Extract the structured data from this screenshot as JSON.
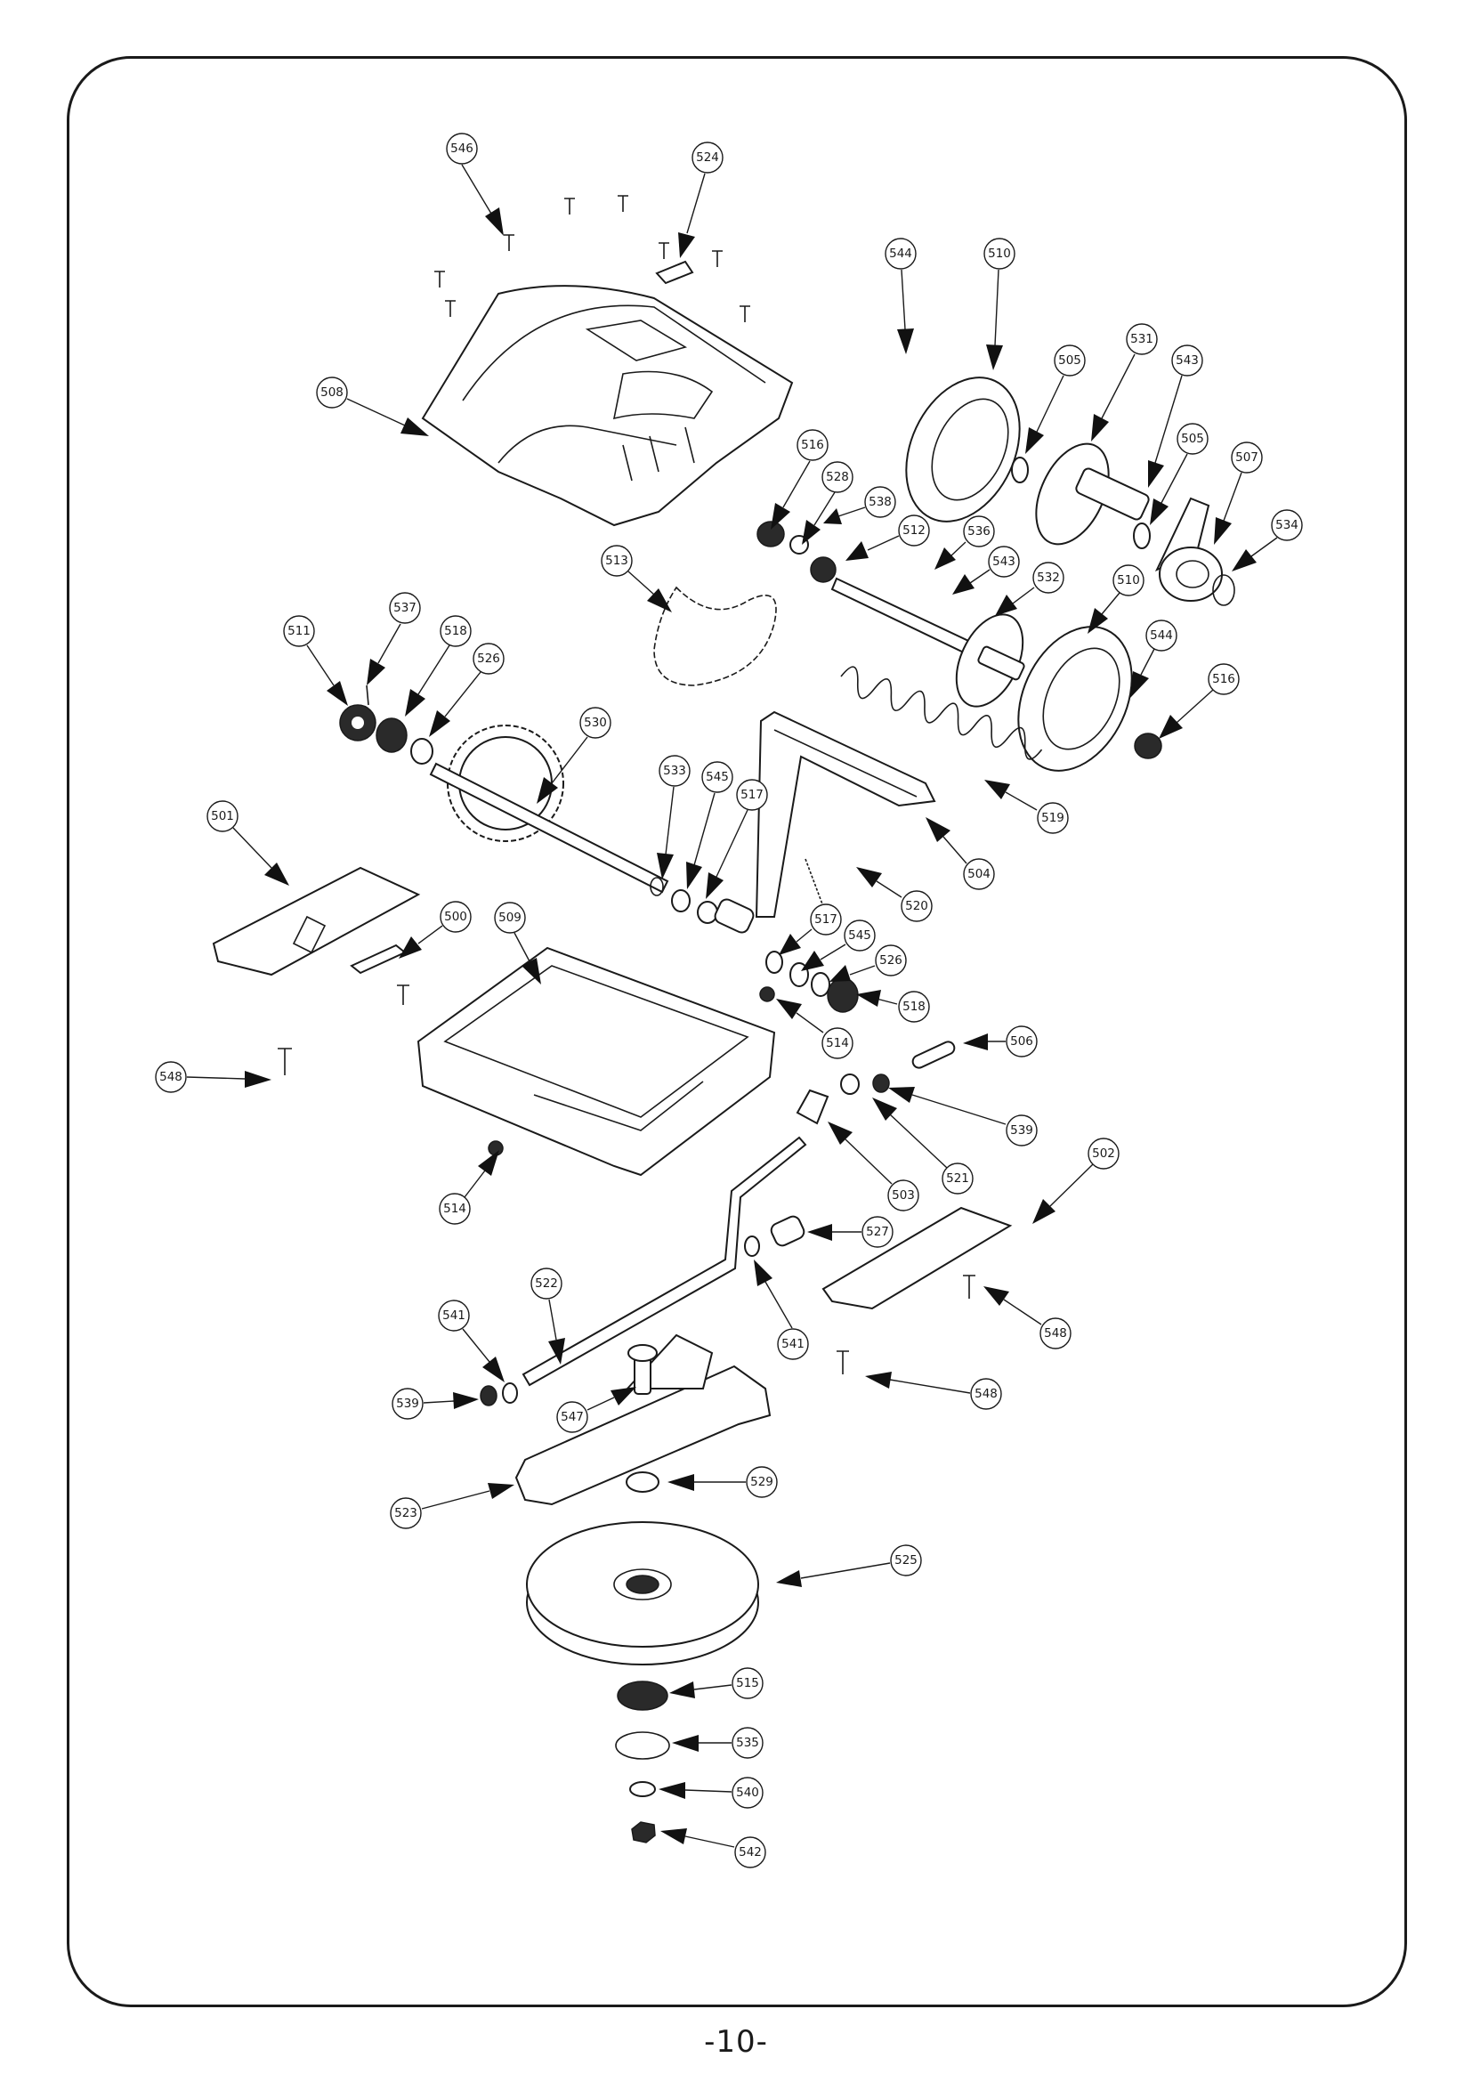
{
  "page": {
    "number_label": "-10-"
  },
  "callouts": [
    {
      "id": "546",
      "label": "546"
    },
    {
      "id": "524",
      "label": "524"
    },
    {
      "id": "544a",
      "label": "544"
    },
    {
      "id": "510a",
      "label": "510"
    },
    {
      "id": "531",
      "label": "531"
    },
    {
      "id": "505a",
      "label": "505"
    },
    {
      "id": "543a",
      "label": "543"
    },
    {
      "id": "505b",
      "label": "505"
    },
    {
      "id": "507",
      "label": "507"
    },
    {
      "id": "534",
      "label": "534"
    },
    {
      "id": "508",
      "label": "508"
    },
    {
      "id": "516a",
      "label": "516"
    },
    {
      "id": "528",
      "label": "528"
    },
    {
      "id": "538",
      "label": "538"
    },
    {
      "id": "512",
      "label": "512"
    },
    {
      "id": "536",
      "label": "536"
    },
    {
      "id": "543b",
      "label": "543"
    },
    {
      "id": "532",
      "label": "532"
    },
    {
      "id": "510b",
      "label": "510"
    },
    {
      "id": "513",
      "label": "513"
    },
    {
      "id": "511",
      "label": "511"
    },
    {
      "id": "537",
      "label": "537"
    },
    {
      "id": "518a",
      "label": "518"
    },
    {
      "id": "526a",
      "label": "526"
    },
    {
      "id": "544b",
      "label": "544"
    },
    {
      "id": "516b",
      "label": "516"
    },
    {
      "id": "530",
      "label": "530"
    },
    {
      "id": "533",
      "label": "533"
    },
    {
      "id": "545a",
      "label": "545"
    },
    {
      "id": "517a",
      "label": "517"
    },
    {
      "id": "519",
      "label": "519"
    },
    {
      "id": "504",
      "label": "504"
    },
    {
      "id": "501",
      "label": "501"
    },
    {
      "id": "520",
      "label": "520"
    },
    {
      "id": "509",
      "label": "509"
    },
    {
      "id": "500",
      "label": "500"
    },
    {
      "id": "517b",
      "label": "517"
    },
    {
      "id": "545b",
      "label": "545"
    },
    {
      "id": "526b",
      "label": "526"
    },
    {
      "id": "518b",
      "label": "518"
    },
    {
      "id": "514a",
      "label": "514"
    },
    {
      "id": "506",
      "label": "506"
    },
    {
      "id": "548a",
      "label": "548"
    },
    {
      "id": "539a",
      "label": "539"
    },
    {
      "id": "521",
      "label": "521"
    },
    {
      "id": "503",
      "label": "503"
    },
    {
      "id": "514b",
      "label": "514"
    },
    {
      "id": "502",
      "label": "502"
    },
    {
      "id": "527",
      "label": "527"
    },
    {
      "id": "522",
      "label": "522"
    },
    {
      "id": "548b",
      "label": "548"
    },
    {
      "id": "541a",
      "label": "541"
    },
    {
      "id": "541b",
      "label": "541"
    },
    {
      "id": "548c",
      "label": "548"
    },
    {
      "id": "539b",
      "label": "539"
    },
    {
      "id": "547",
      "label": "547"
    },
    {
      "id": "529",
      "label": "529"
    },
    {
      "id": "523",
      "label": "523"
    },
    {
      "id": "525",
      "label": "525"
    },
    {
      "id": "515",
      "label": "515"
    },
    {
      "id": "535",
      "label": "535"
    },
    {
      "id": "540",
      "label": "540"
    },
    {
      "id": "542",
      "label": "542"
    }
  ]
}
